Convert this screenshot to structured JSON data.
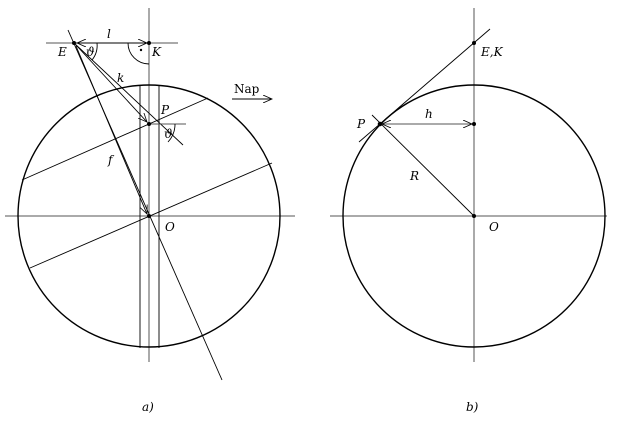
{
  "figure_a": {
    "caption": "a)",
    "labels": {
      "E": "E",
      "K": "K",
      "l": "l",
      "theta_top": "ϑ",
      "k": "k",
      "P": "P",
      "theta_p": "ϑ",
      "f": "f",
      "O": "O",
      "direction": "Nap"
    }
  },
  "figure_b": {
    "caption": "b)",
    "labels": {
      "EK": "E,K",
      "P": "P",
      "h": "h",
      "R": "R",
      "O": "O"
    }
  }
}
